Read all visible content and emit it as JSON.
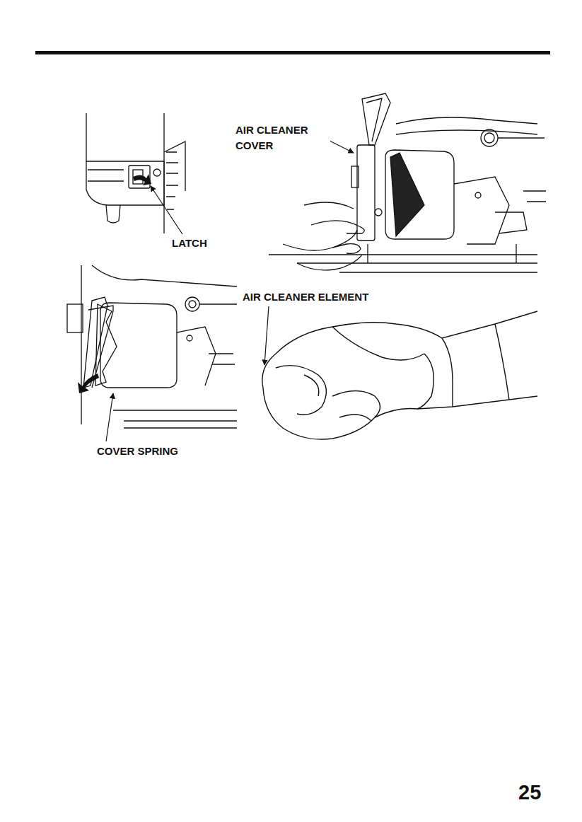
{
  "diagram": {
    "labels": [
      "LATCH",
      "AIR CLEANER COVER",
      "AIR CLEANER ELEMENT",
      "COVER SPRING",
      "25"
    ]
  }
}
